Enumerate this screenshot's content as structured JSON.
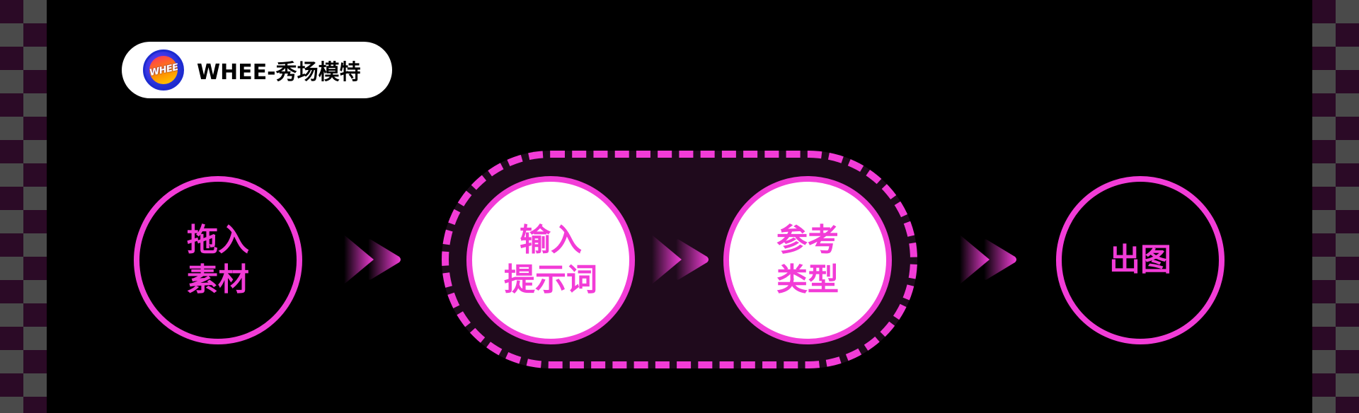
{
  "brand": {
    "logo_text": "WHEE",
    "name": "WHEE-秀场模特"
  },
  "steps": [
    {
      "label": "拖入\n素材"
    },
    {
      "label": "输入\n提示词"
    },
    {
      "label": "参考\n类型"
    },
    {
      "label": "出图"
    }
  ],
  "colors": {
    "accent": "#f23cd7",
    "background": "#000000",
    "capsule_fill": "#1f0a1c",
    "strip_purple": "#2b0a26",
    "strip_gray": "#4a4a4a"
  },
  "icons": {
    "arrow": "double-arrow-right-icon"
  }
}
